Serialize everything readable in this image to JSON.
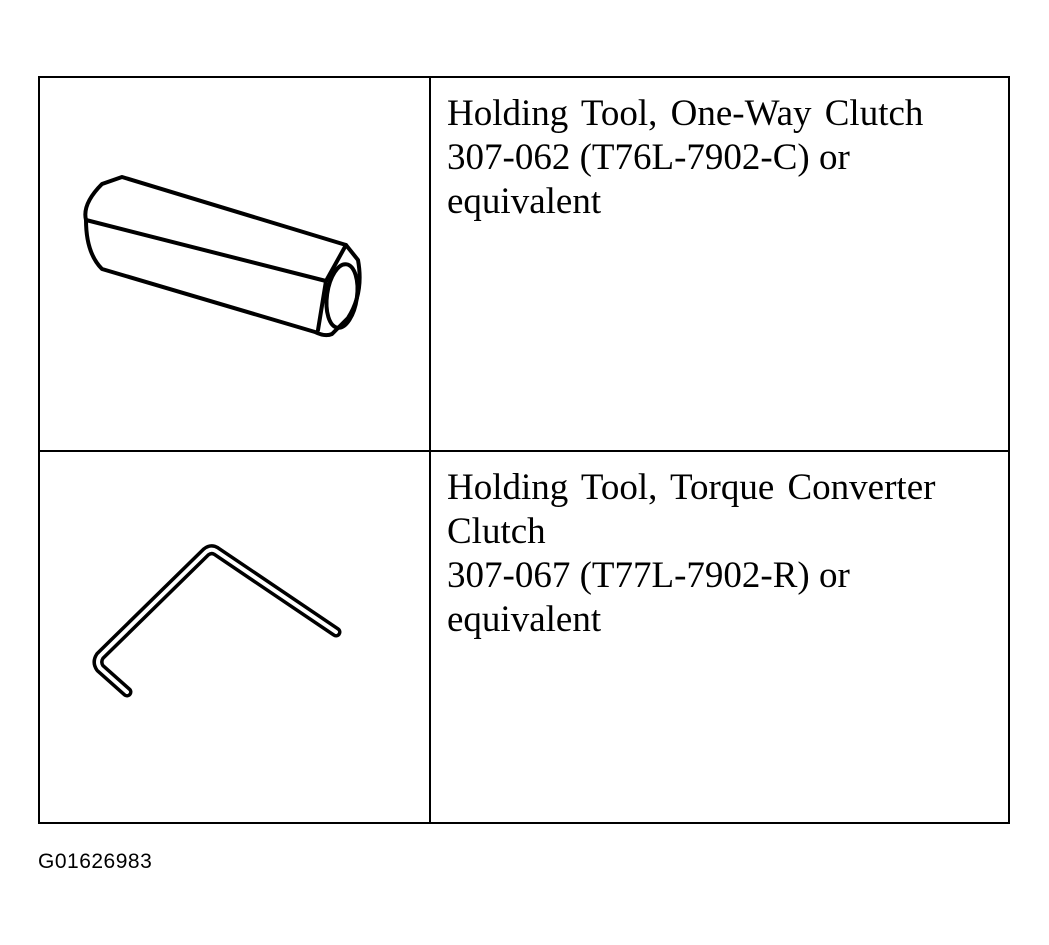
{
  "tools": [
    {
      "icon": "hex-holding-tool-icon",
      "lines": [
        "Holding Tool, One-Way Clutch",
        "307-062 (T76L-7902-C) or",
        "equivalent"
      ]
    },
    {
      "icon": "bent-rod-holding-tool-icon",
      "lines": [
        "Holding Tool, Torque Converter",
        "Clutch",
        "307-067 (T77L-7902-R) or",
        "equivalent"
      ]
    }
  ],
  "figure_id": "G01626983",
  "colors": {
    "ink": "#000000",
    "background": "#ffffff"
  }
}
